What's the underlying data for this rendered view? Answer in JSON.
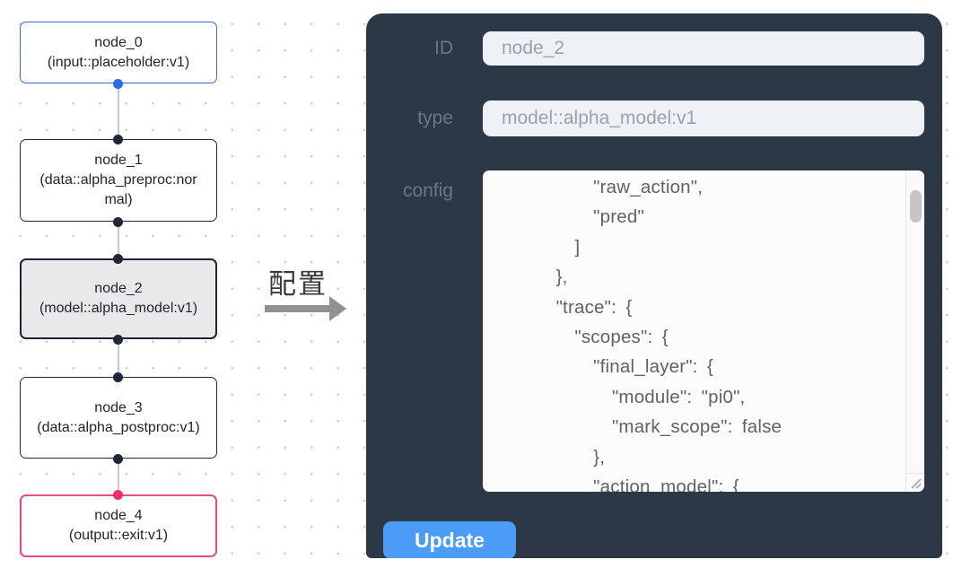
{
  "annotation": {
    "label": "配置"
  },
  "canvas": {
    "nodes": [
      {
        "id": "node_0",
        "type_label": "(input::placeholder:v1)"
      },
      {
        "id": "node_1",
        "type_label": "(data::alpha_preproc:normal)"
      },
      {
        "id": "node_2",
        "type_label": "(model::alpha_model:v1)"
      },
      {
        "id": "node_3",
        "type_label": "(data::alpha_postproc:v1)"
      },
      {
        "id": "node_4",
        "type_label": "(output::exit:v1)"
      }
    ],
    "selected_node": "node_2"
  },
  "panel": {
    "id_label": "ID",
    "id_value": "node_2",
    "type_label": "type",
    "type_value": "model::alpha_model:v1",
    "config_label": "config",
    "config_text": "        \"raw_action\",\n        \"pred\"\n      ]\n    },\n    \"trace\": {\n      \"scopes\": {\n        \"final_layer\": {\n          \"module\": \"pi0\",\n          \"mark_scope\": false\n        },\n        \"action_model\": {",
    "update_label": "Update"
  },
  "colors": {
    "panel_bg": "#2d3847",
    "input_node_border": "#3b69d9",
    "output_node_border": "#ea4880",
    "selected_node_bg": "#e9e9eb",
    "node_border": "#232a3c",
    "port_blue": "#2d6ce5",
    "port_pink": "#ee2e70",
    "port_dark": "#20273a",
    "field_bg": "#eef1f6",
    "update_button_bg": "#4a9cf7"
  }
}
